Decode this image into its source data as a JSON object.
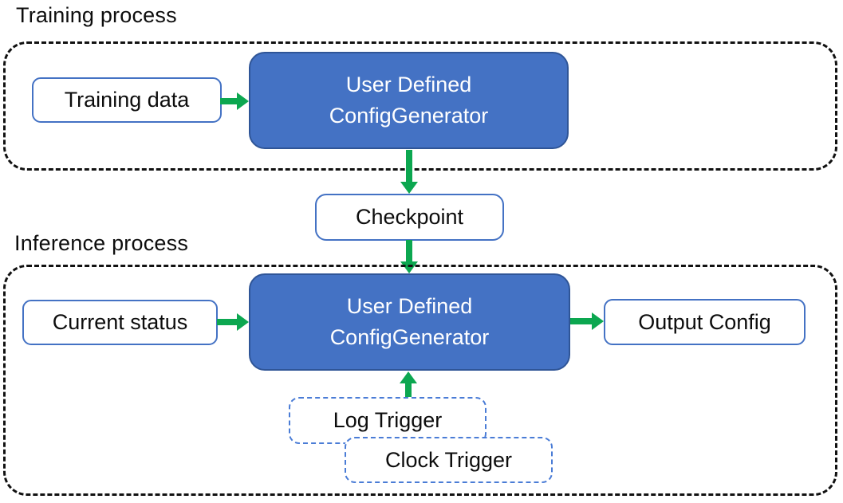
{
  "titles": {
    "training": "Training process",
    "inference": "Inference process"
  },
  "nodes": {
    "training_data": {
      "label": "Training data"
    },
    "generator_training": {
      "line1": "User Defined",
      "line2": "ConfigGenerator"
    },
    "checkpoint": {
      "label": "Checkpoint"
    },
    "current_status": {
      "label": "Current status"
    },
    "generator_inference": {
      "line1": "User Defined",
      "line2": "ConfigGenerator"
    },
    "output_config": {
      "label": "Output Config"
    },
    "log_trigger": {
      "label": "Log Trigger"
    },
    "clock_trigger": {
      "label": "Clock Trigger"
    }
  },
  "colors": {
    "node_fill": "#4472C4",
    "node_border": "#2F5597",
    "outline_blue": "#4472C4",
    "trigger_blue": "#4A7CD6",
    "arrow_green": "#0CA750",
    "dash_black": "#111111",
    "text_black": "#0d0d0d"
  }
}
